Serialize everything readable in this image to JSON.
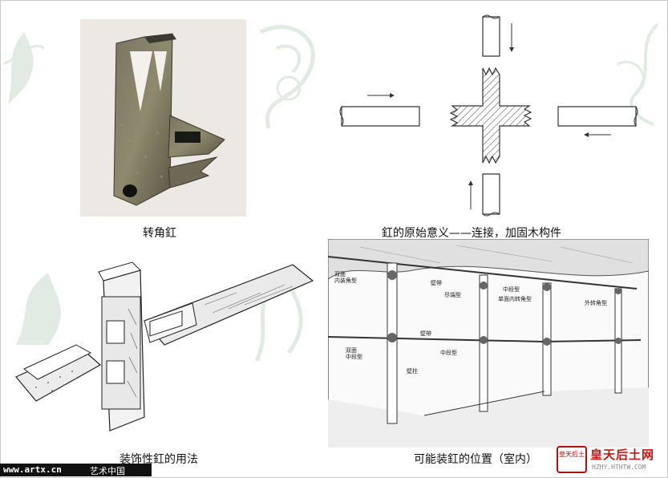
{
  "figures": {
    "corner_label": "转角釭",
    "meaning_label": "釭的原始意义——连接，加固木构件",
    "usage_label": "装饰性釭的用法",
    "position_label": "可能装釭的位置（室内）"
  },
  "room_labels": {
    "double_inner_corner": "双面\n内装角型",
    "wall_bracket": "壁帶",
    "head_type": "尽端型",
    "mid_type_upper": "中段型",
    "single_inner_corner": "单面内转角型",
    "outer_corner": "外转角型",
    "wall_belt": "壁帶",
    "mid_type_lower": "中段型",
    "double_mid": "双面\n中段型",
    "wall_post": "壁柱"
  },
  "footer": {
    "url": "www.artx.cn",
    "site_name": "艺术中国",
    "brand_name": "皇天后土网",
    "brand_url": "HZHY.HTHTW.COM",
    "seal_text": "皇天后土"
  },
  "colors": {
    "accent_red": "#c01818",
    "ornament_green": "#4a8a5a"
  }
}
